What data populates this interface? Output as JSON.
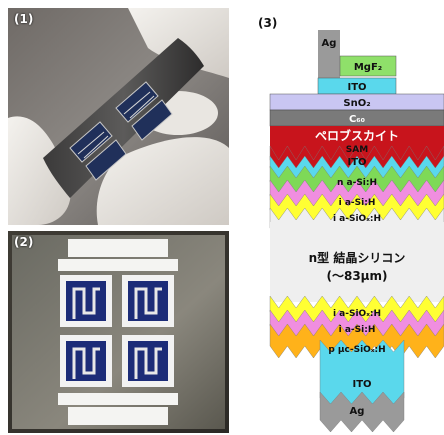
{
  "panels": {
    "photo1": {
      "label": "(1)"
    },
    "photo2": {
      "label": "(2)"
    },
    "diagram": {
      "label": "(3)"
    }
  },
  "layers": {
    "ag_top": "Ag",
    "mgf2": "MgF₂",
    "ito_top": "ITO",
    "sno2": "SnO₂",
    "c60": "C₆₀",
    "perovskite": "ペロブスカイト",
    "sam": "SAM",
    "ito_mid": "ITO",
    "n_asi": "n a-Si:H",
    "i_asi_top": "i a-Si:H",
    "i_asiox_top": "i a-SiOₓ:H",
    "wafer_line1": "n型 結晶シリコン",
    "wafer_line2": "(～83µm)",
    "i_asiox_bottom": "i a-SiOₓ:H",
    "i_asi_bottom": "i a-Si:H",
    "p_ucsiox": "p µc-SiOₓ:H",
    "ito_bottom": "ITO",
    "ag_bottom": "Ag"
  },
  "colors": {
    "ag": "#9a9a9a",
    "mgf2": "#8fe06a",
    "ito": "#5ad8ec",
    "sno2": "#c9c6f2",
    "c60": "#7a7a7a",
    "perovskite": "#c8141c",
    "n_asi": "#7ed957",
    "i_asi": "#f08ee0",
    "i_asiox": "#ffff33",
    "wafer": "#efefef",
    "p_ucsiox": "#ffb21a"
  }
}
